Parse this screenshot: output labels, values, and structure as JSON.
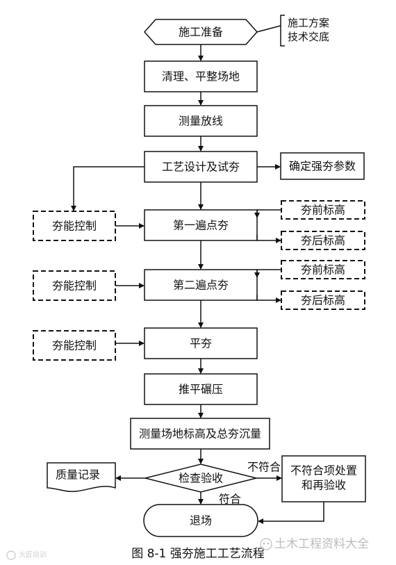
{
  "nodes": {
    "prep": "施工准备",
    "note1": "施工方案",
    "note2": "技术交底",
    "clear": "清理、平整场地",
    "survey": "测量放线",
    "design": "工艺设计及试夯",
    "params": "确定强夯参数",
    "ctrl1": "夯能控制",
    "first": "第一遍点夯",
    "before1": "夯前标高",
    "after1": "夯后标高",
    "ctrl2": "夯能控制",
    "second": "第二遍点夯",
    "before2": "夯前标高",
    "after2": "夯后标高",
    "ctrl3": "夯能控制",
    "level": "平夯",
    "roll": "推平碾压",
    "measure": "测量场地标高及总夯沉量",
    "check": "检查验收",
    "record": "质量记录",
    "reject": "不符合",
    "pass": "符合",
    "fix1": "不符合项处置",
    "fix2": "和再验收",
    "exit": "退场"
  },
  "caption": "图 8-1    强夯施工工艺流程",
  "watermark_left": "大匠培训",
  "watermark_right": "土木工程资料大全"
}
